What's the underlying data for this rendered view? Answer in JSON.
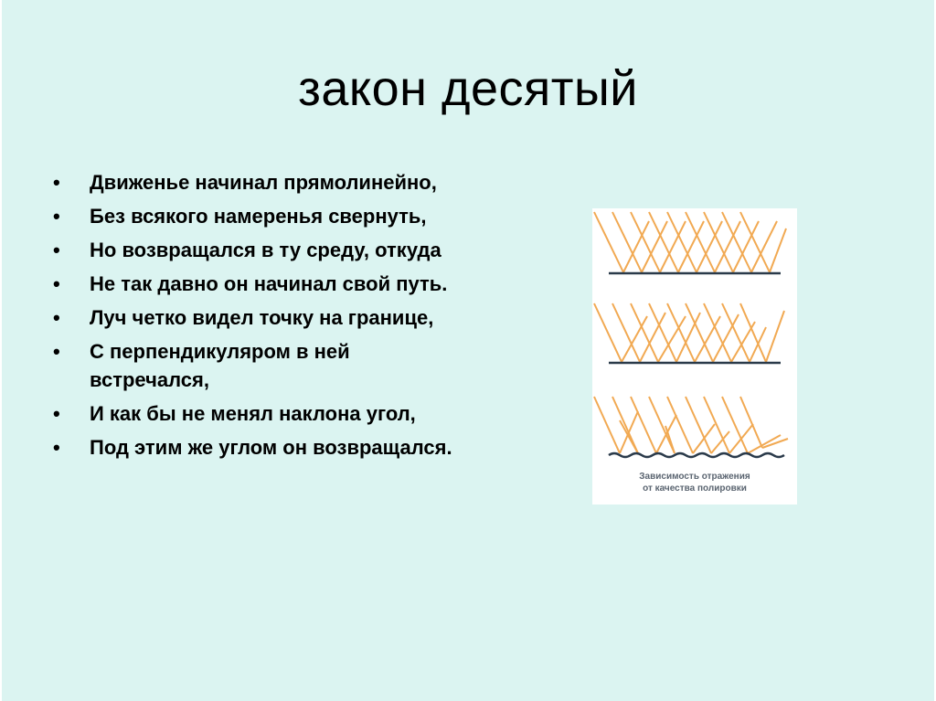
{
  "slide": {
    "title": "закон десятый",
    "background_color": "#dbf4f1",
    "bullet_glyph": "•",
    "bullets": [
      {
        "text": "Движенье начинал прямолинейно,"
      },
      {
        "text": "Без всякого намеренья свернуть,"
      },
      {
        "text": "Но возвращался в ту среду, откуда"
      },
      {
        "text": "Не так давно он начинал свой путь."
      },
      {
        "text": "Луч четко видел точку на границе,"
      },
      {
        "text": "С перпендикуляром  в ней встречался,"
      },
      {
        "text": "И как бы не менял наклона угол,"
      },
      {
        "text": "Под этим же углом он возвращался."
      }
    ],
    "figure": {
      "description": "reflection-diagram",
      "panels": [
        "smooth-surface-specular",
        "semi-smooth-surface",
        "rough-surface-diffuse"
      ],
      "ray_color": "#f0a040",
      "surface_color": "#2a3a4a",
      "caption_line1": "Зависимость отражения",
      "caption_line2": "от качества полировки"
    }
  }
}
